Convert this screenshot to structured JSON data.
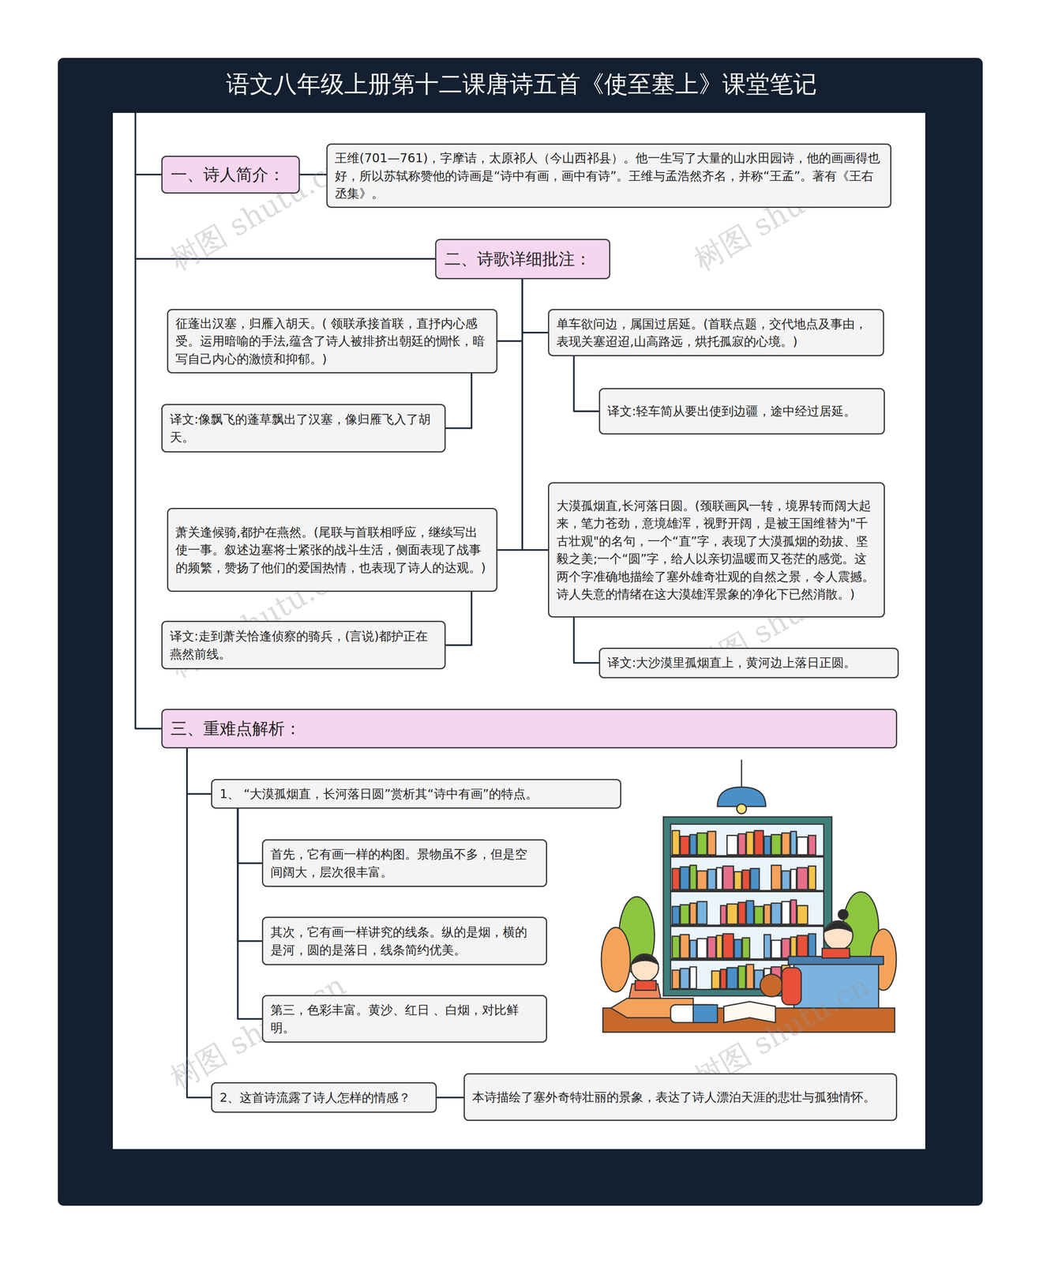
{
  "diagram": {
    "title": "语文八年级上册第十二课唐诗五首《使至塞上》课堂笔记",
    "nodes": [
      {
        "text": [
          "一、诗人简介："
        ]
      },
      {
        "text": [
          "王维(701—761)，字摩诘，太原祁人（今山西祁县）。他一生写了大量的山水田园诗，他的画画得也好，所以苏轼称赞他的诗画是“诗中有画，画中有诗”。王维与孟浩然齐名，并称“王孟”。著有《王右丞集》。"
        ]
      },
      {
        "text": [
          "二、诗歌详细批注："
        ]
      },
      {
        "text": [
          "单车欲问边，属国过居延。(首联点题，交代地点及事由，表现关塞迢迢,山高路远，烘托孤寂的心境。)"
        ]
      },
      {
        "text": [
          "译文:轻车简从要出使到边疆，途中经过居延。"
        ]
      },
      {
        "text": [
          "征蓬出汉塞，归雁入胡天。( 领联承接首联，直抒内心感受。运用暗喻的手法,蕴含了诗人被排挤出朝廷的惆怅，暗写自己内心的激愤和抑郁。)"
        ]
      },
      {
        "text": [
          "译文:像飘飞的蓬草飘出了汉塞，像归雁飞入了胡天。"
        ]
      },
      {
        "text": [
          "大漠孤烟直,长河落日圆。(颈联画风一转，境界转而阔大起来，笔力苍劲，意境雄浑，视野开阔，是被王国维替为\"千古壮观\"的名句，一个“直”字，表现了大漠孤烟的劲拔、坚毅之美;一个“圆”字，给人以亲切温暖而又苍茫的感觉。这两个字准确地描绘了塞外雄奇壮观的自然之景，令人震撼。诗人失意的情绪在这大漠雄浑景象的净化下已然消散。)"
        ]
      },
      {
        "text": [
          "译文:大沙漠里孤烟直上，黄河边上落日正圆。"
        ]
      },
      {
        "text": [
          "萧关逢候骑,都护在燕然。(尾联与首联相呼应，继续写出使一事。叙述边塞将士紧张的战斗生活，侧面表现了战事的频繁，赞扬了他们的爱国热情，也表现了诗人的达观。)"
        ]
      },
      {
        "text": [
          "译文:走到萧关恰逢侦察的骑兵，(言说)都护正在燕然前线。"
        ]
      },
      {
        "text": [
          "三、重难点解析："
        ]
      },
      {
        "text": [
          "1、 “大漠孤烟直，长河落日圆”赏析其“诗中有画”的特点。"
        ]
      },
      {
        "text": [
          "首先，它有画一样的构图。景物虽不多，但是空间阔大，层次很丰富。"
        ]
      },
      {
        "text": [
          "其次，它有画一样讲究的线条。纵的是烟，横的是河，圆的是落日，线条简约优美。"
        ]
      },
      {
        "text": [
          "第三，色彩丰富。黄沙、红日 、白烟，对比鲜明。"
        ]
      },
      {
        "text": [
          "2、这首诗流露了诗人怎样的情感？"
        ]
      },
      {
        "text": [
          "本诗描绘了塞外奇特壮丽的景象，表达了诗人漂泊天涯的悲壮与孤独情怀。"
        ]
      }
    ],
    "edges": [
      {
        "from": 0,
        "to": 1,
        "arrow": "none"
      },
      {
        "from": 0,
        "to": 2,
        "arrow": "none"
      },
      {
        "from": 2,
        "to": 11,
        "arrow": "none"
      },
      {
        "from": 2,
        "to": 3,
        "arrow": "none"
      },
      {
        "from": 3,
        "to": 4,
        "arrow": "none"
      },
      {
        "from": 2,
        "to": 5,
        "arrow": "none"
      },
      {
        "from": 5,
        "to": 6,
        "arrow": "none"
      },
      {
        "from": 2,
        "to": 7,
        "arrow": "none"
      },
      {
        "from": 7,
        "to": 8,
        "arrow": "none"
      },
      {
        "from": 2,
        "to": 9,
        "arrow": "none"
      },
      {
        "from": 9,
        "to": 10,
        "arrow": "none"
      },
      {
        "from": 11,
        "to": 12,
        "arrow": "none"
      },
      {
        "from": 12,
        "to": 13,
        "arrow": "none"
      },
      {
        "from": 12,
        "to": 14,
        "arrow": "none"
      },
      {
        "from": 12,
        "to": 15,
        "arrow": "none"
      },
      {
        "from": 11,
        "to": 16,
        "arrow": "none"
      },
      {
        "from": 16,
        "to": 17,
        "arrow": "none"
      }
    ],
    "labels": [
      "树图 shutu.cn",
      "树图 shutu.cn",
      "树图 shutu.cn",
      "树图 shutu.cn",
      "树图 shutu.cn",
      "树图 shutu.cn"
    ]
  }
}
